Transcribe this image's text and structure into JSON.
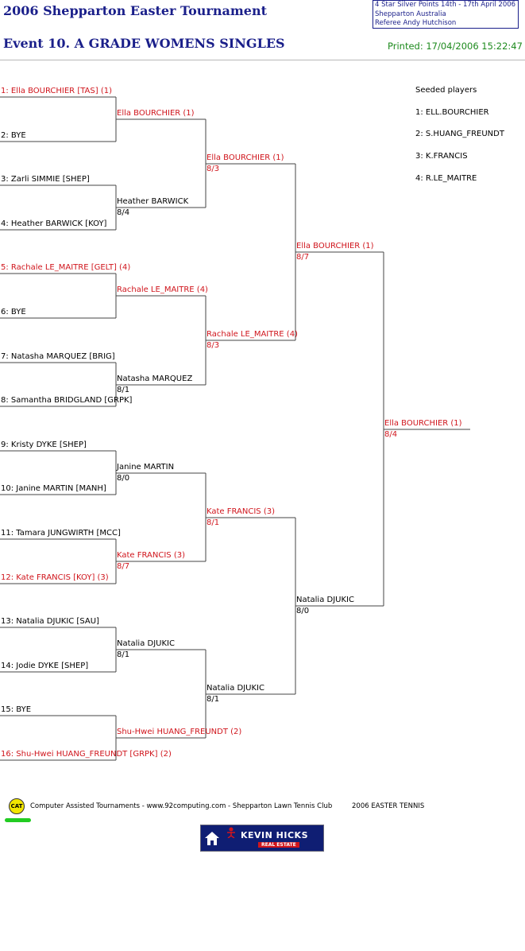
{
  "header": {
    "tournament_title": "2006 Shepparton Easter Tournament",
    "event_title": "Event 10. A GRADE WOMENS SINGLES",
    "info_lines": [
      "4 Star Silver Points    14th - 17th April 2006",
      "Shepparton    Australia",
      "Referee   Andy Hutchison"
    ],
    "printed": "Printed: 17/04/2006 15:22:47"
  },
  "seeded": {
    "heading": "Seeded players",
    "players": [
      "1: ELL.BOURCHIER",
      "2: S.HUANG_FREUNDT",
      "3: K.FRANCIS",
      "4: R.LE_MAITRE"
    ]
  },
  "draw": {
    "round1": [
      {
        "name": "1: Ella BOURCHIER [TAS] (1)",
        "seeded": true
      },
      {
        "name": "2: BYE",
        "seeded": false
      },
      {
        "name": "3: Zarli SIMMIE [SHEP]",
        "seeded": false
      },
      {
        "name": "4: Heather BARWICK [KOY]",
        "seeded": false
      },
      {
        "name": "5: Rachale LE_MAITRE [GELT] (4)",
        "seeded": true
      },
      {
        "name": "6: BYE",
        "seeded": false
      },
      {
        "name": "7: Natasha MARQUEZ [BRIG]",
        "seeded": false
      },
      {
        "name": "8: Samantha BRIDGLAND [GRPK]",
        "seeded": false
      },
      {
        "name": "9: Kristy DYKE [SHEP]",
        "seeded": false
      },
      {
        "name": "10: Janine MARTIN [MANH]",
        "seeded": false
      },
      {
        "name": "11: Tamara JUNGWIRTH [MCC]",
        "seeded": false
      },
      {
        "name": "12: Kate FRANCIS [KOY] (3)",
        "seeded": true
      },
      {
        "name": "13: Natalia DJUKIC [SAU]",
        "seeded": false
      },
      {
        "name": "14: Jodie DYKE [SHEP]",
        "seeded": false
      },
      {
        "name": "15: BYE",
        "seeded": false
      },
      {
        "name": "16: Shu-Hwei HUANG_FREUNDT [GRPK] (2)",
        "seeded": true
      }
    ],
    "round2": [
      {
        "name": "Ella BOURCHIER (1)",
        "score": "",
        "seeded": true
      },
      {
        "name": "Heather BARWICK",
        "score": "8/4",
        "seeded": false
      },
      {
        "name": "Rachale LE_MAITRE (4)",
        "score": "",
        "seeded": true
      },
      {
        "name": "Natasha MARQUEZ",
        "score": "8/1",
        "seeded": false
      },
      {
        "name": "Janine MARTIN",
        "score": "8/0",
        "seeded": false
      },
      {
        "name": "Kate FRANCIS (3)",
        "score": "8/7",
        "seeded": true
      },
      {
        "name": "Natalia DJUKIC",
        "score": "8/1",
        "seeded": false
      },
      {
        "name": "Shu-Hwei HUANG_FREUNDT (2)",
        "score": "",
        "seeded": true
      }
    ],
    "round3": [
      {
        "name": "Ella BOURCHIER (1)",
        "score": "8/3",
        "seeded": true
      },
      {
        "name": "Rachale LE_MAITRE (4)",
        "score": "8/3",
        "seeded": true
      },
      {
        "name": "Kate FRANCIS (3)",
        "score": "8/1",
        "seeded": true
      },
      {
        "name": "Natalia DJUKIC",
        "score": "8/1",
        "seeded": false
      }
    ],
    "round4": [
      {
        "name": "Ella BOURCHIER (1)",
        "score": "8/7",
        "seeded": true
      },
      {
        "name": "Natalia DJUKIC",
        "score": "8/0",
        "seeded": false
      }
    ],
    "final": [
      {
        "name": "Ella BOURCHIER (1)",
        "score": "8/4",
        "seeded": true
      }
    ]
  },
  "footer": {
    "logo_text": "CAT",
    "credit": "Computer Assisted Tournaments - www.92computing.com -  Shepparton Lawn Tennis Club",
    "event": "2006 EASTER TENNIS"
  },
  "sponsor": {
    "name": "KEVIN HICKS",
    "sub": "REAL ESTATE"
  },
  "colors": {
    "title": "#1a1f8a",
    "seeded": "#d0151c",
    "printed": "#1d8a1d",
    "line": "#444444"
  }
}
